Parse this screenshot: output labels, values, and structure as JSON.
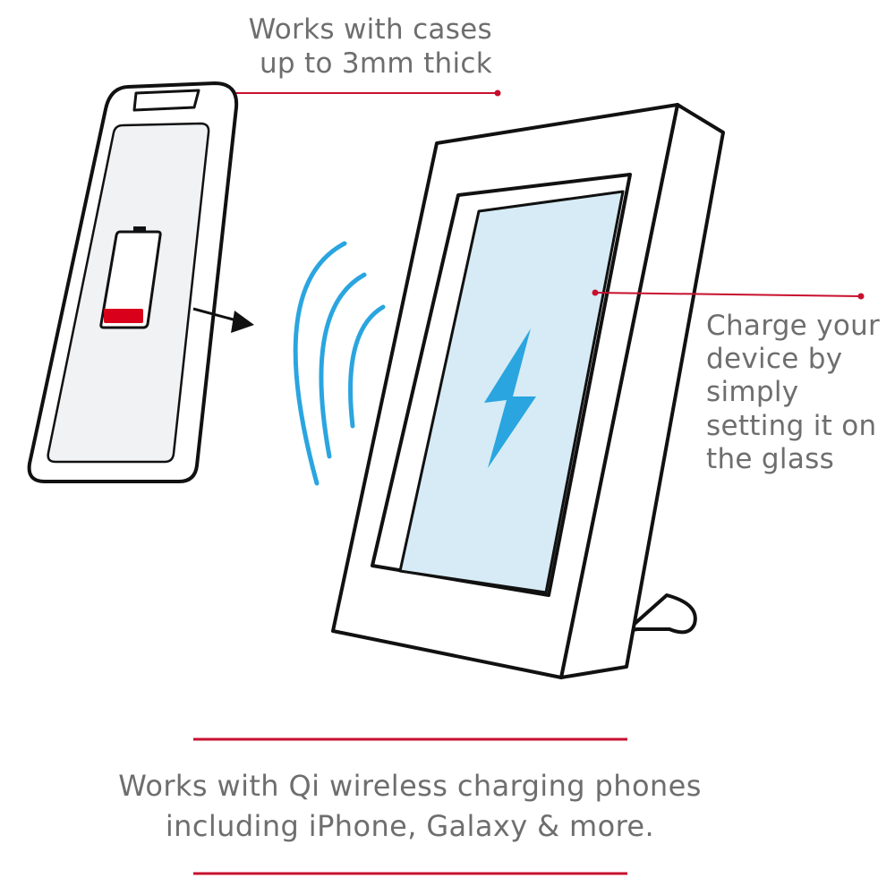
{
  "callouts": {
    "cases": {
      "line1": "Works with cases",
      "line2": "up to 3mm thick"
    },
    "charge": {
      "lines": [
        "Charge your",
        "device by",
        "simply",
        "setting it on",
        "the glass"
      ]
    }
  },
  "footer": {
    "line1": "Works with Qi wireless charging phones",
    "line2": "including iPhone, Galaxy & more."
  },
  "colors": {
    "accent_red": "#c8102e",
    "signal_blue": "#2aa5e0",
    "glass_blue": "#d6ebf5",
    "outline": "#111111",
    "text_gray": "#6e6e6e",
    "battery_red": "#d9001b"
  },
  "icons": {
    "phone": "smartphone-icon",
    "battery": "battery-low-icon",
    "signal": "wireless-waves-icon",
    "bolt": "lightning-bolt-icon",
    "frame": "charging-frame-icon"
  },
  "battery_level": 0.15
}
